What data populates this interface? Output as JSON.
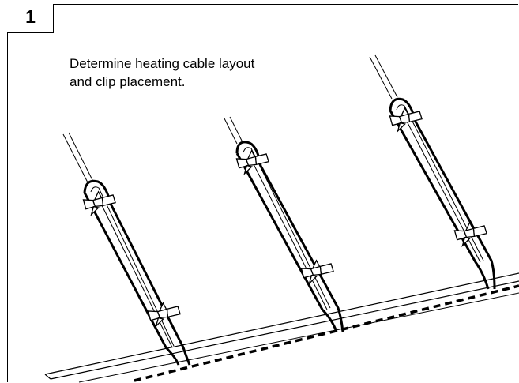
{
  "step": {
    "number": "1"
  },
  "caption": {
    "line1": "Determine heating cable layout",
    "line2": "and clip placement."
  },
  "illustration": {
    "icons": [
      "heating-cable-loop",
      "clip",
      "gutter-edge"
    ],
    "colors": {
      "line": "#000000",
      "background": "#ffffff"
    }
  }
}
